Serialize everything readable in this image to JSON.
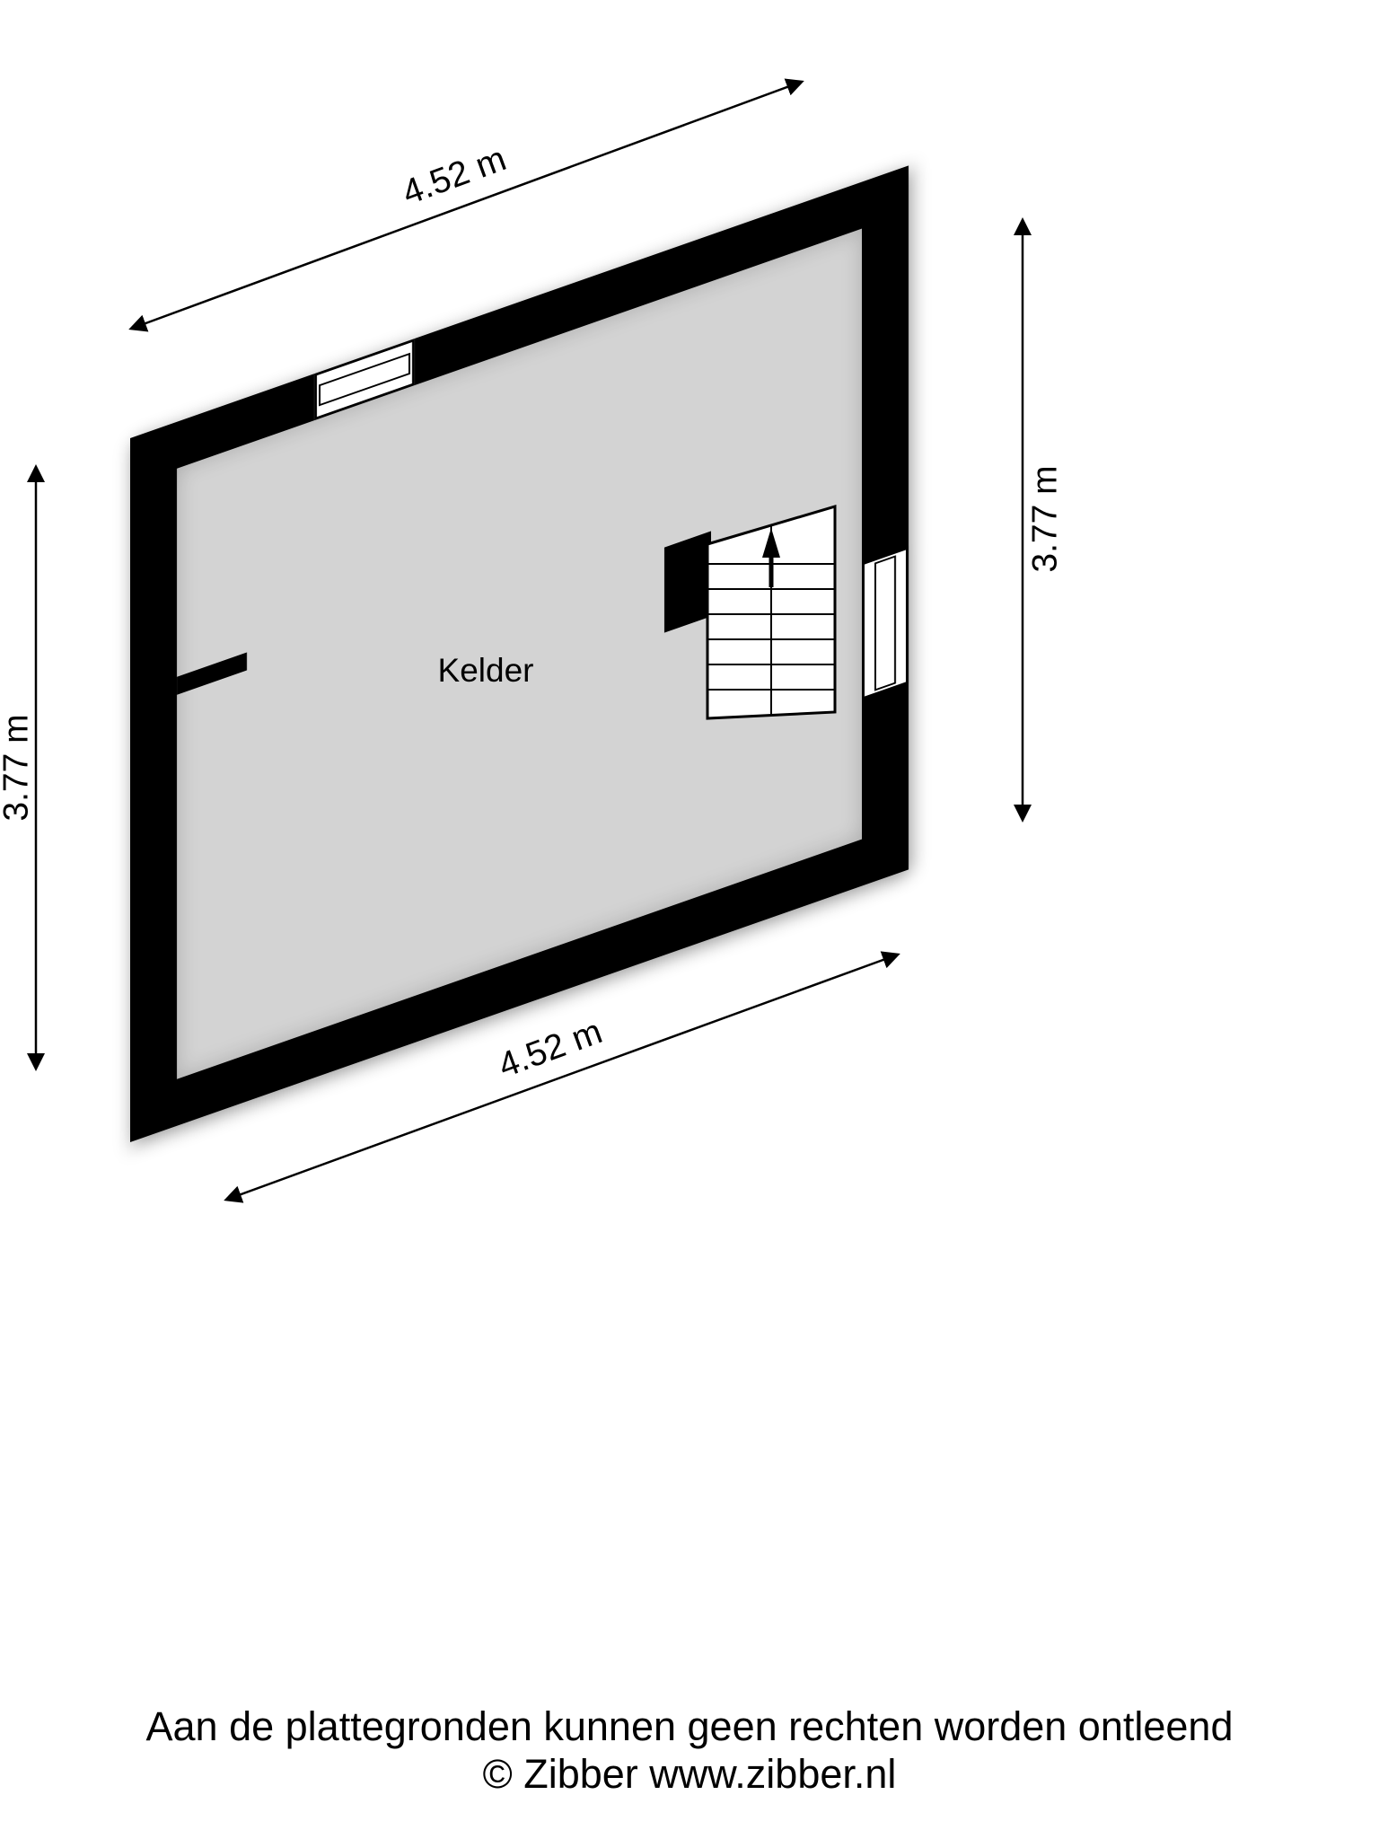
{
  "floorplan": {
    "room": {
      "label": "Kelder"
    },
    "dimensions": {
      "width_top": "4.52 m",
      "width_bottom": "4.52 m",
      "height_left": "3.77 m",
      "height_right": "3.77 m"
    },
    "icons": {
      "stairs_direction": "up-arrow"
    },
    "colors": {
      "wall": "#000000",
      "floor": "#d3d3d3",
      "background": "#ffffff"
    }
  },
  "footer": {
    "disclaimer": "Aan de plattegronden kunnen geen rechten worden ontleend",
    "credit": "© Zibber www.zibber.nl"
  }
}
